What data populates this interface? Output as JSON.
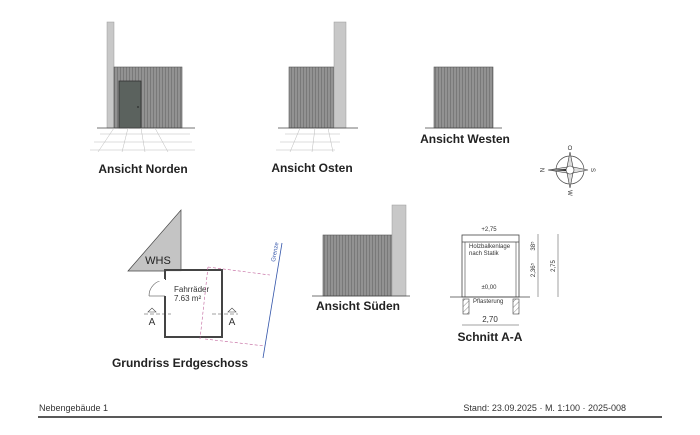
{
  "views": {
    "north": "Ansicht Norden",
    "east": "Ansicht Osten",
    "west": "Ansicht Westen",
    "south": "Ansicht Süden"
  },
  "plan": {
    "title": "Grundriss Erdgeschoss",
    "neighbor": "WHS",
    "room_name": "Fahrräder",
    "room_area": "7.63 m²",
    "section_marker": "A",
    "boundary": "Grenze"
  },
  "section": {
    "title": "Schnitt A-A",
    "top_level": "+2,75",
    "floor_level": "±0,00",
    "beam_note_1": "Holzbalkenlage",
    "beam_note_2": "nach Statik",
    "paving": "Pflasterung",
    "width": "2,70",
    "dim_roof": "38⁵",
    "dim_clear": "2,36⁵",
    "dim_total": "2,75"
  },
  "compass": {
    "top": "O",
    "right": "S",
    "bottom": "W",
    "left": "N"
  },
  "footer": {
    "left": "Nebengebäude 1",
    "right": "Stand: 23.09.2025 · M. 1:100 · 2025-008"
  },
  "colors": {
    "wall": "#c8c8c8",
    "cladding": "#8a8a8a",
    "door": "#5b625e",
    "boundary": "#3355aa",
    "dashed": "#c0609a"
  }
}
